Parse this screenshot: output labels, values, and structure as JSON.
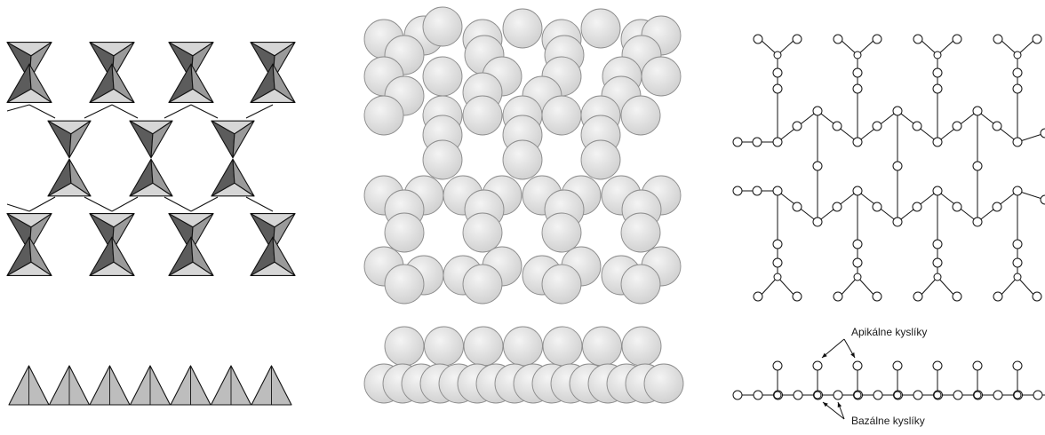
{
  "figure": {
    "annotations": {
      "apical": "Apikálne kyslíky",
      "basal": "Bazálne kyslíky"
    },
    "colors": {
      "background": "#ffffff",
      "stroke": "#111111",
      "face_dark": "#5c5c5c",
      "face_mid": "#9a9a9a",
      "face_light": "#d6d6d6",
      "profile_fill": "#bdbdbd",
      "sphere_fill": "#dcdcdc",
      "sphere_stroke": "#8c8c8c",
      "atom_fill": "#ffffff"
    },
    "panels": [
      {
        "name": "polyhedral-sheet-top-view",
        "style": "tetrahedra"
      },
      {
        "name": "space-filling-sheet-top-view",
        "style": "spheres"
      },
      {
        "name": "ball-and-stick-sheet-top-view",
        "style": "ball-and-stick"
      },
      {
        "name": "polyhedral-sheet-side-view",
        "style": "tetrahedra"
      },
      {
        "name": "space-filling-sheet-side-view",
        "style": "spheres"
      },
      {
        "name": "ball-and-stick-sheet-side-view",
        "style": "ball-and-stick"
      }
    ]
  }
}
